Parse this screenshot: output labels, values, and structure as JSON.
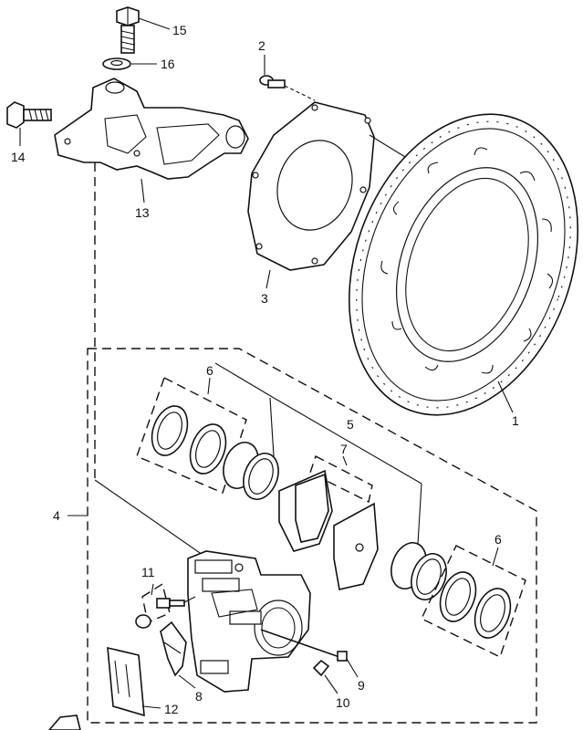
{
  "diagram": {
    "callouts": {
      "c1": "1",
      "c2": "2",
      "c3": "3",
      "c4": "4",
      "c5": "5",
      "c6a": "6",
      "c6b": "6",
      "c7": "7",
      "c8": "8",
      "c9": "9",
      "c10": "10",
      "c11": "11",
      "c12": "12",
      "c13": "13",
      "c14": "14",
      "c15": "15",
      "c16": "16"
    }
  }
}
